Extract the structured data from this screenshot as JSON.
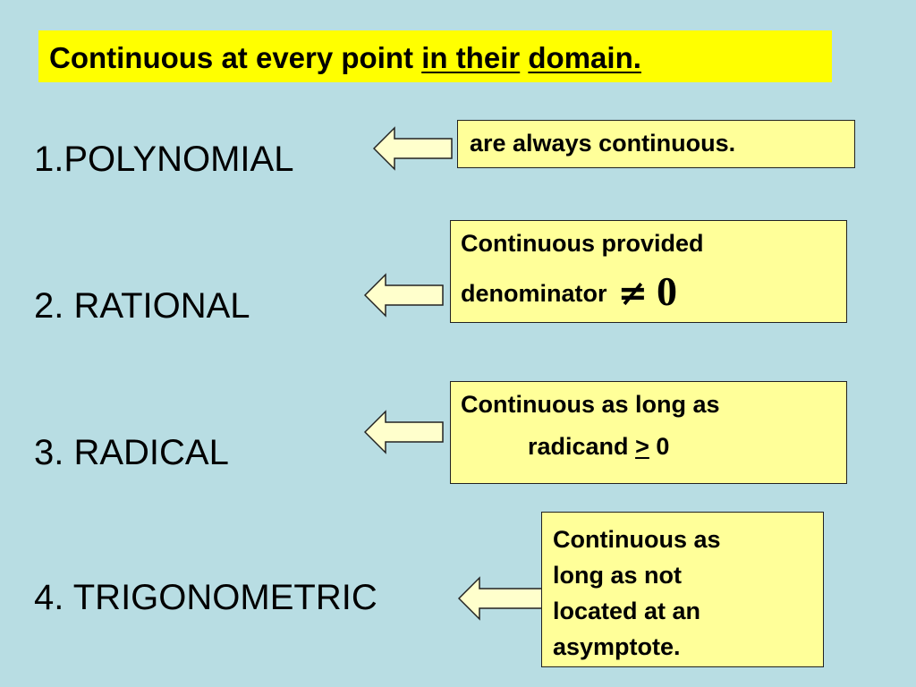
{
  "title": {
    "part1": "Continuous at every point ",
    "part2": "in their",
    "part3": " ",
    "part4": "domain."
  },
  "items": [
    {
      "label": "1.POLYNOMIAL"
    },
    {
      "label": "2.  RATIONAL"
    },
    {
      "label": "3.  RADICAL"
    },
    {
      "label": "4. TRIGONOMETRIC"
    }
  ],
  "notes": {
    "polynomial": {
      "line1": "are always continuous."
    },
    "rational": {
      "line1": "Continuous provided",
      "line2": "denominator",
      "symbol": "≠",
      "value": "0"
    },
    "radical": {
      "line1": "Continuous as long as",
      "line2": "radicand",
      "symbol": ">",
      "value": "0"
    },
    "trig": {
      "line1": "Continuous as",
      "line2": "long as not",
      "line3": "located at an",
      "line4": "asymptote."
    }
  },
  "colors": {
    "background": "#b8dde3",
    "title_bg": "#ffff00",
    "note_bg": "#ffff99",
    "arrow_fill": "#ffffcc"
  }
}
